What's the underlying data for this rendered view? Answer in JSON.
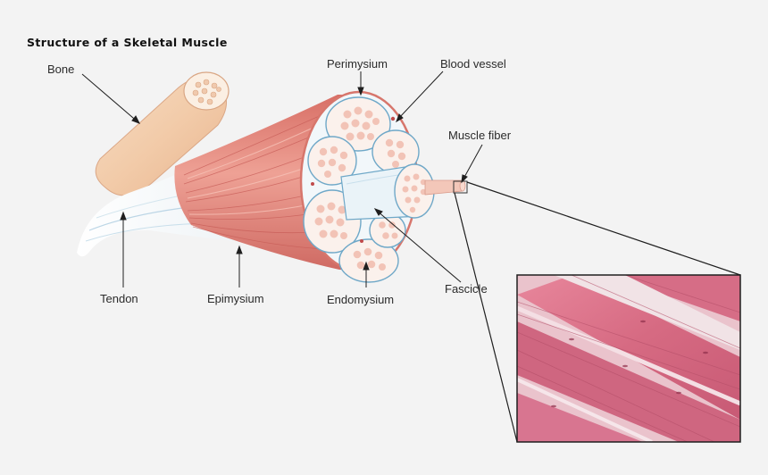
{
  "title": "Structure of a Skeletal Muscle",
  "labels": {
    "bone": "Bone",
    "perimysium": "Perimysium",
    "blood_vessel": "Blood vessel",
    "muscle_fiber": "Muscle fiber",
    "tendon": "Tendon",
    "epimysium": "Epimysium",
    "endomysium": "Endomysium",
    "fascicle": "Fascicle"
  },
  "colors": {
    "background": "#f3f3f3",
    "muscle": "#e0877c",
    "bone": "#f3d2b4",
    "tendon": "#f4f4f2",
    "connective_tissue": "#bfe0ee",
    "micrograph": "#d96a86"
  }
}
